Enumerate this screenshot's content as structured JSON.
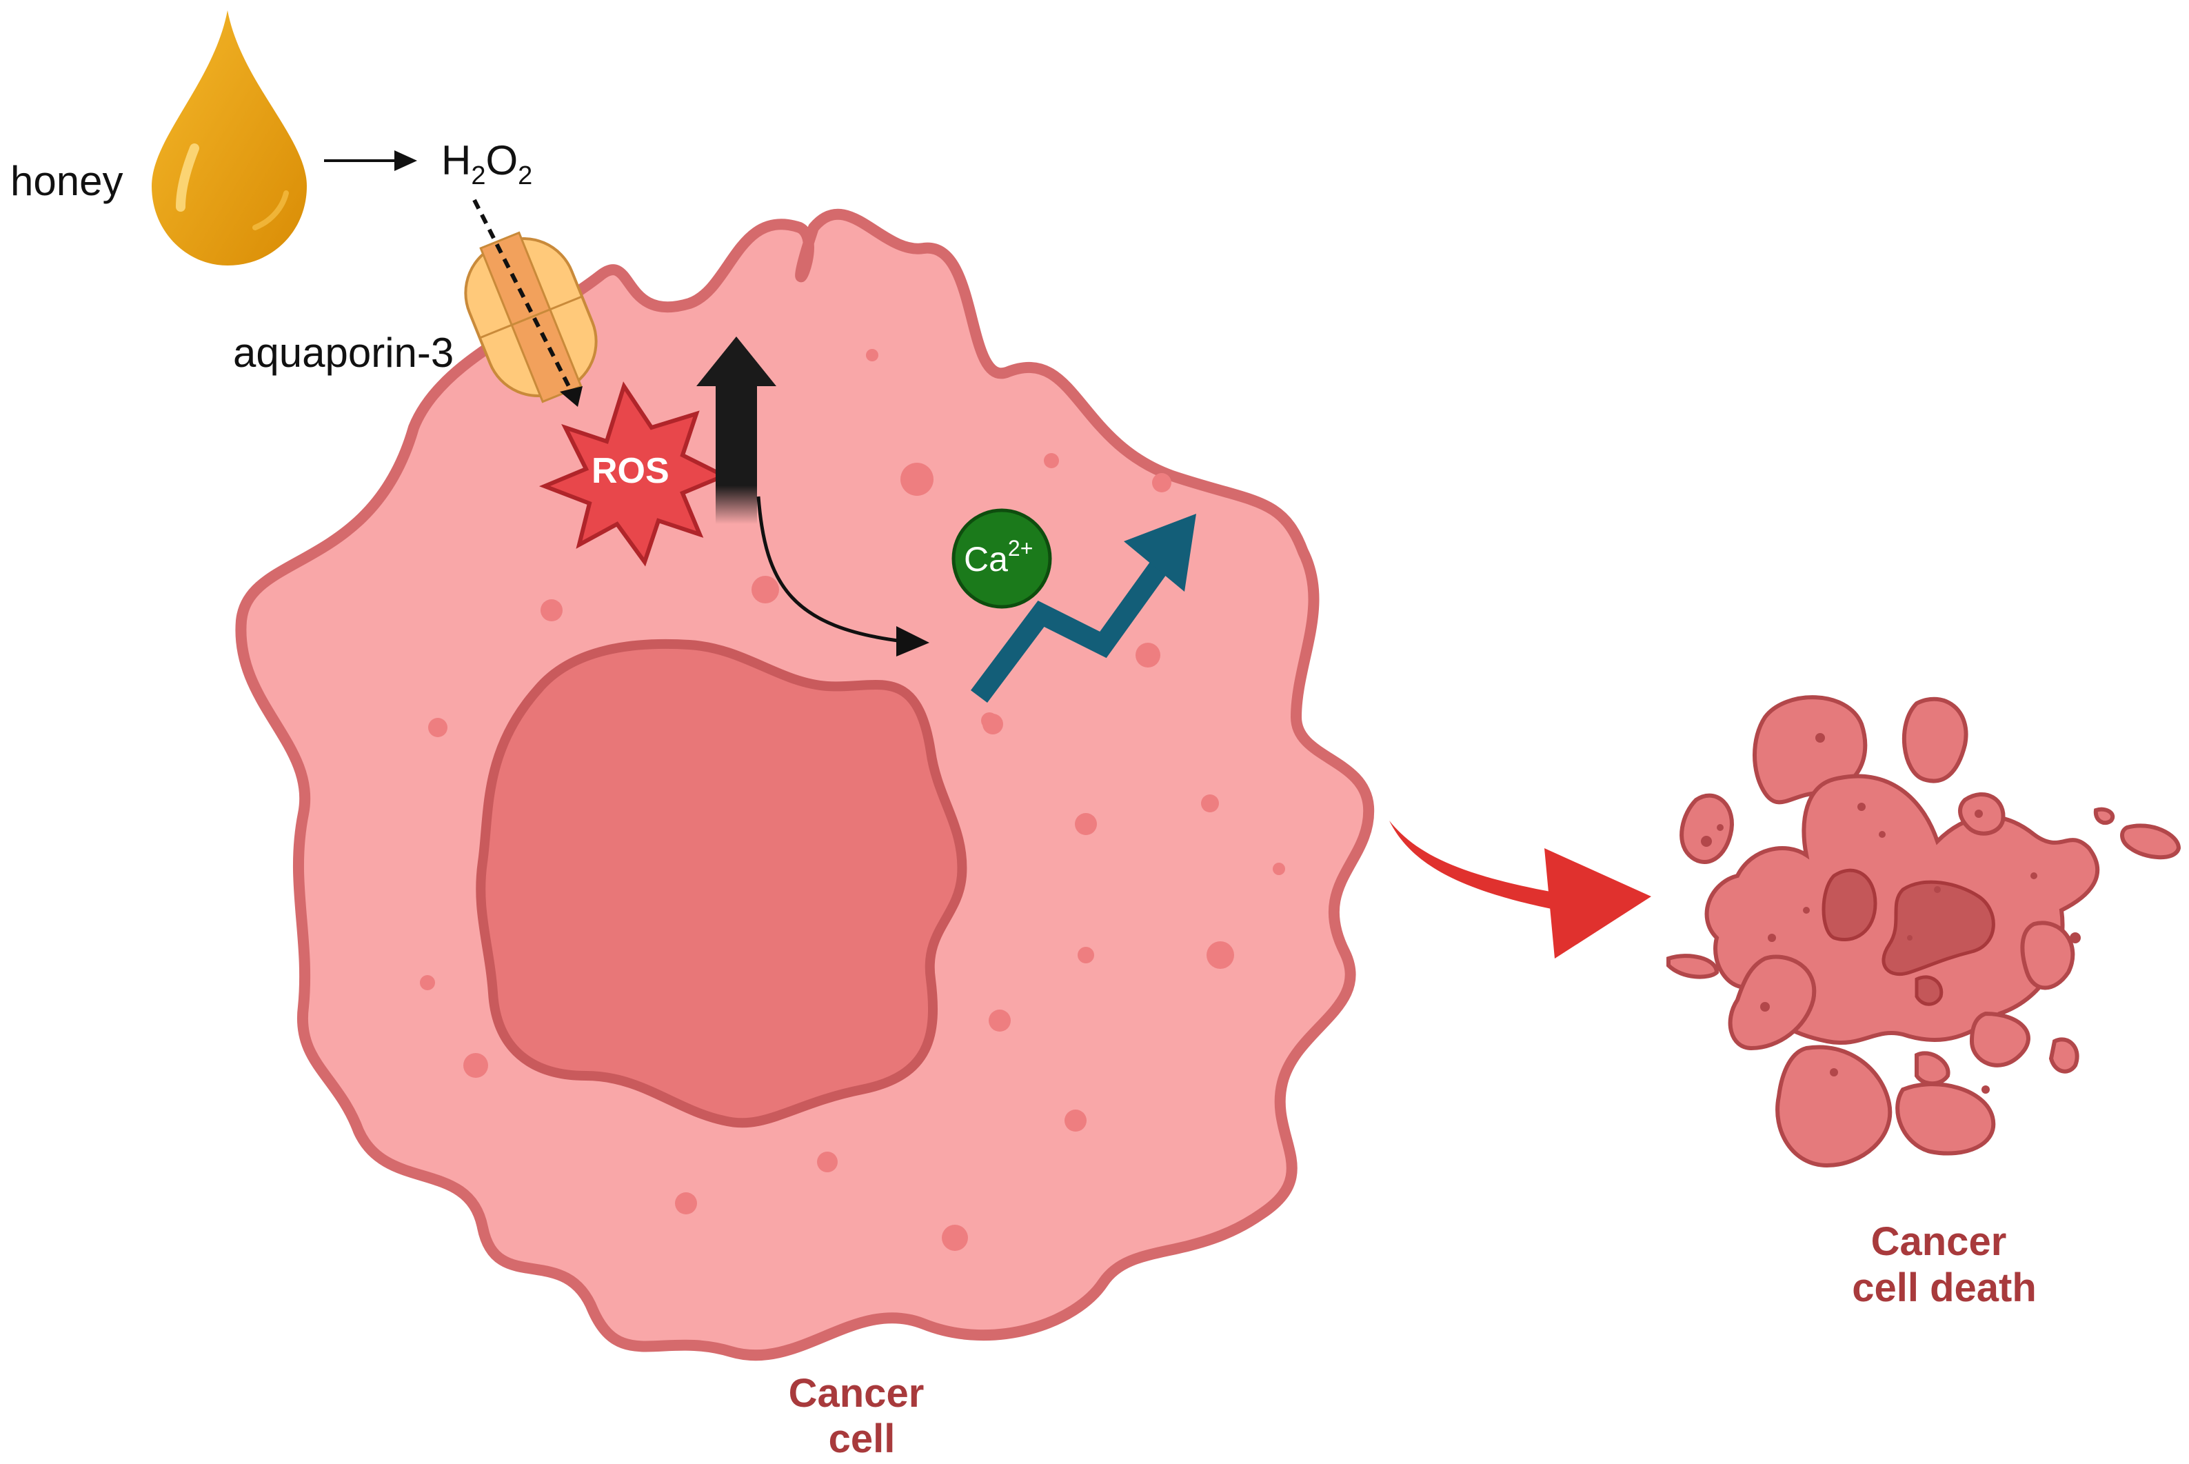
{
  "labels": {
    "honey": "honey",
    "h2o2_h": "H",
    "h2o2_sub1": "2",
    "h2o2_o": "O",
    "h2o2_sub2": "2",
    "aquaporin": "aquaporin-3",
    "ros": "ROS",
    "ca": "Ca",
    "ca_sup": "2+",
    "cancer_cell_line1": "Cancer",
    "cancer_cell_line2": "cell",
    "death_line1": "Cancer",
    "death_line2": "cell death"
  },
  "colors": {
    "honey": "#E8A10E",
    "honey_dark": "#D38C06",
    "cytoplasm": "#F9A7A8",
    "membrane": "#D56A6C",
    "nucleus": "#E87778",
    "nucleus_edge": "#C95A5C",
    "ros_fill": "#E8474B",
    "ros_edge": "#B0252A",
    "calcium": "#1B7A1B",
    "rise_arrow": "#135E78",
    "death_arrow": "#E0312E",
    "fragment": "#E57A7C",
    "fragment_dark": "#C45759",
    "caption": "#A83A3C",
    "aquaporin_fill": "#FFC97A",
    "aquaporin_core": "#F2A15C",
    "aquaporin_edge": "#C98A3A"
  }
}
